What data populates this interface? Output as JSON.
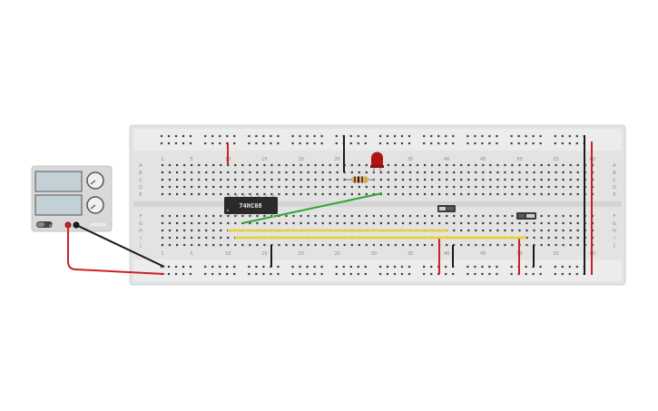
{
  "breadboard": {
    "column_numbers": [
      "1",
      "5",
      "10",
      "15",
      "20",
      "25",
      "30",
      "35",
      "40",
      "45",
      "50",
      "55",
      "60"
    ],
    "row_letters_top": [
      "A",
      "B",
      "C",
      "D",
      "E"
    ],
    "row_letters_bottom": [
      "F",
      "G",
      "H",
      "I",
      "J"
    ]
  },
  "chip": {
    "label": "74HC08"
  },
  "power_supply": {
    "off_label": "off",
    "colors": {
      "positive": "#cc2222",
      "negative": "#222222"
    }
  },
  "colors": {
    "board": "#e3e3e3",
    "wire_red": "#cc2222",
    "wire_black": "#1a1a1a",
    "wire_green": "#2fa52f",
    "wire_yellow": "#e8d230",
    "led": "#b01515"
  }
}
